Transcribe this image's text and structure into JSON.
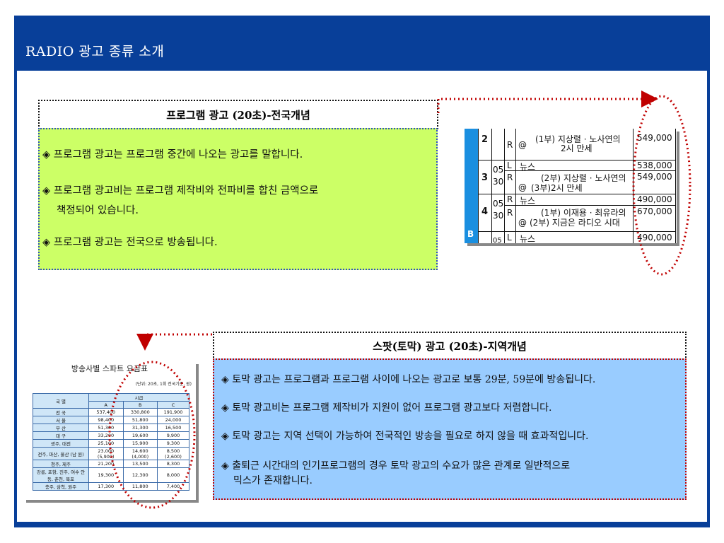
{
  "slide": {
    "title": "RADIO 광고 종류 소개"
  },
  "program_ad": {
    "heading": "프로그램 광고 (20초)-전국개념",
    "bullets": [
      "◈ 프로그램 광고는 프로그램 중간에 나오는 광고를 말합니다.",
      "◈ 프로그램 광고비는 프로그램 제작비와 전파비를 합친 금액으로",
      "책정되어 있습니다.",
      "◈ 프로그램 광고는 전국으로 방송됩니다."
    ]
  },
  "spot_ad": {
    "heading": "스팟(토막) 광고 (20초)-지역개념",
    "bullets": [
      "◈ 토막 광고는 프로그램과 프로그램 사이에 나오는 광고로 보통 29분, 59분에 방송됩니다.",
      "◈ 토막 광고비는 프로그램 제작비가 지원이 없어 프로그램 광고보다 저렴합니다.",
      "◈ 토막 광고는 지역 선택이 가능하여 전국적인 방송을 필요로 하지 않을 때 효과적입니다.",
      "◈ 출퇴근 시간대의 인기프로그램의 경우 토막 광고의 수요가 많은 관계로 일반적으로",
      "믹스가 존재합니다."
    ]
  },
  "schedule_table": {
    "side_label": "B",
    "rows": [
      {
        "hour": "2",
        "min": "",
        "type": "R",
        "mark": "@",
        "program": "(1부) 지상렬 · 노사연의",
        "program2": "2시 만세",
        "price": "549,000"
      },
      {
        "hour": "3",
        "min": "05",
        "type": "L",
        "mark": "",
        "program": "뉴스",
        "program2": "",
        "price": "538,000"
      },
      {
        "hour": "",
        "min": "30",
        "type": "R",
        "mark": "@",
        "program": "(2부) 지상렬 · 노사연의",
        "program2": "(3부)2시 만세",
        "price": "549,000"
      },
      {
        "hour": "4",
        "min": "05",
        "type": "R",
        "mark": "",
        "program": "뉴스",
        "program2": "",
        "price": "490,000"
      },
      {
        "hour": "",
        "min": "30",
        "type": "R",
        "mark": "@",
        "program": "(1부) 이재용 · 최유라의",
        "program2": "(2부) 지금은 라디오 시대",
        "price": "670,000"
      },
      {
        "hour": "",
        "min": "05",
        "type": "L",
        "mark": "",
        "program": "뉴스",
        "program2": "",
        "price": "490,000"
      }
    ]
  },
  "rate_table": {
    "title": "방송사별 스파트 요금표",
    "note": "(단위: 20초, 1회 전국기준, 원)",
    "header_region": "국 별",
    "header_time": "시급",
    "grades": [
      "A",
      "B",
      "C"
    ],
    "rows": [
      [
        "전 국",
        "537,400",
        "330,800",
        "191,900"
      ],
      [
        "서 울",
        "98,400",
        "51,800",
        "24,000"
      ],
      [
        "부 산",
        "51,300",
        "31,300",
        "16,500"
      ],
      [
        "대 구",
        "33,200",
        "19,600",
        "9,900"
      ],
      [
        "광주, 대전",
        "25,100",
        "15,900",
        "9,300"
      ],
      [
        "전주, 마산, 울산 (남 원)",
        "23,000 (5,900)",
        "14,600 (4,000)",
        "8,500 (2,600)"
      ],
      [
        "청주, 제주",
        "21,200",
        "13,500",
        "8,300"
      ],
      [
        "강릉, 포항, 진주, 여수 안동, 춘천, 목포",
        "19,300",
        "12,300",
        "8,000"
      ],
      [
        "충주, 삼척, 원주",
        "17,300",
        "11,800",
        "7,400"
      ]
    ]
  },
  "colors": {
    "title_bar": "#083f99",
    "program_box": "#ccff66",
    "spot_box": "#99ccff",
    "annotation_red": "#c00000"
  }
}
